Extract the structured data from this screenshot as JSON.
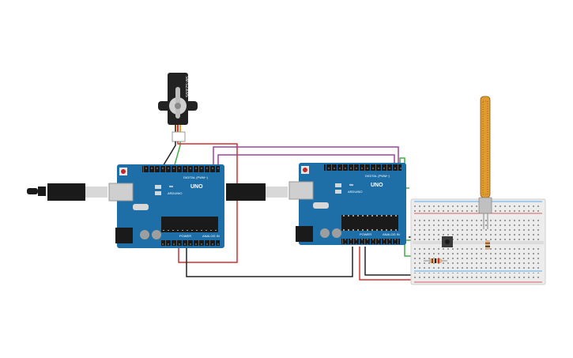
{
  "servo": {
    "model": "SM-S2309S"
  },
  "board_left": {
    "logo": "ARDUINO",
    "model": "UNO",
    "digital_header": "DIGITAL (PWM~)",
    "power_label": "POWER",
    "analog_label": "ANALOG IN"
  },
  "board_right": {
    "logo": "ARDUINO",
    "model": "UNO",
    "digital_header": "DIGITAL (PWM~)",
    "power_label": "POWER",
    "analog_label": "ANALOG IN"
  },
  "wire_colors": {
    "red": "#d32f2f",
    "black": "#222222",
    "green": "#3cb043",
    "purple": "#a040a0",
    "blue": "#2196f3"
  },
  "board_color": "#1e6fa8",
  "flex_sensor_color": "#e09a2d"
}
